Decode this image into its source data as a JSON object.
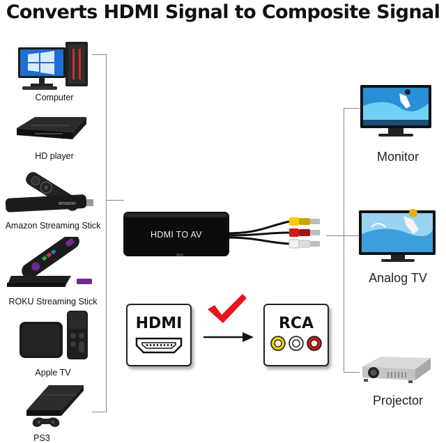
{
  "title": "Converts HDMI Signal to Composite Signal",
  "sources": [
    {
      "label": "Computer",
      "icon": "computer-icon"
    },
    {
      "label": "HD player",
      "icon": "hd-player-icon"
    },
    {
      "label": "Amazon Streaming Stick",
      "icon": "amazon-streaming-stick-icon"
    },
    {
      "label": "ROKU Streaming Stick",
      "icon": "roku-streaming-stick-icon"
    },
    {
      "label": "Apple TV",
      "icon": "apple-tv-icon"
    },
    {
      "label": "PS3",
      "icon": "ps3-icon"
    }
  ],
  "displays": [
    {
      "label": "Monitor",
      "icon": "monitor-icon"
    },
    {
      "label": "Analog TV",
      "icon": "analog-tv-icon"
    },
    {
      "label": "Projector",
      "icon": "projector-icon"
    }
  ],
  "adapter": {
    "label": "HDMI TO AV",
    "icon": "hdmi-to-av-adapter-icon"
  },
  "input_box": {
    "label": "HDMI",
    "icon": "hdmi-port-icon"
  },
  "output_box": {
    "label": "RCA",
    "icon": "rca-jacks-icon"
  },
  "status": {
    "icon": "checkmark-icon",
    "arrow": "arrow-right-icon"
  },
  "colors": {
    "check": "#e8141c",
    "rca_yellow": "#f2d000",
    "rca_white": "#e8e8e8",
    "rca_red": "#d21a1a"
  }
}
